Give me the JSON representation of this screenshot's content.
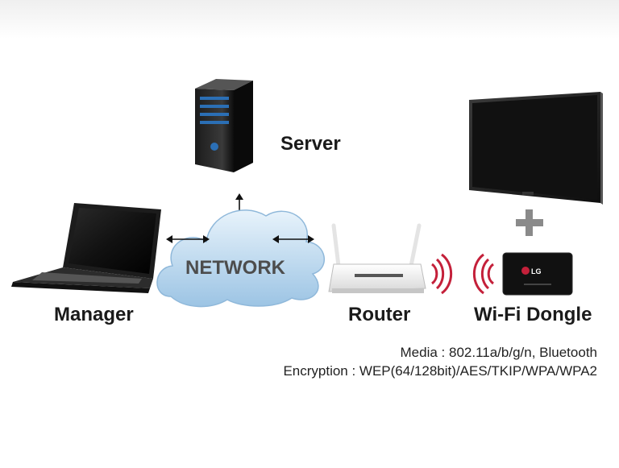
{
  "labels": {
    "server": "Server",
    "network": "NETWORK",
    "manager": "Manager",
    "router": "Router",
    "dongle": "Wi-Fi Dongle",
    "dongle_brand": "LG"
  },
  "specs": {
    "media": "Media : 802.11a/b/g/n, Bluetooth",
    "encryption": "Encryption : WEP(64/128bit)/AES/TKIP/WPA/WPA2"
  },
  "colors": {
    "signal_waves": "#c4203a",
    "cloud": "#bcd9ef",
    "plus": "#8a8a8a"
  }
}
